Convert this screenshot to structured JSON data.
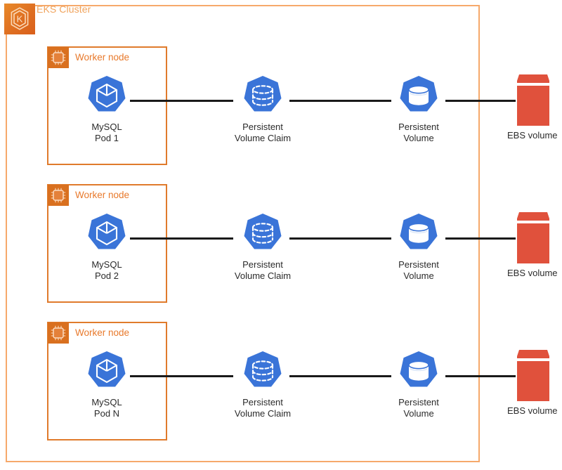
{
  "diagram": {
    "title": "EKS Cluster",
    "cluster_border_color": "#F6A96B",
    "cluster_title_color": "#F0A35C",
    "accent_orange": "#E8792B",
    "k8s_blue": "#3A74D8",
    "ebs_red": "#E0513C",
    "wire_color": "#1A1A1A",
    "eks_icon": "eks-cluster-icon",
    "worker_icon": "cpu-chip-icon"
  },
  "rows": [
    {
      "worker_label": "Worker node",
      "pod": {
        "line1": "MySQL",
        "line2": "Pod 1",
        "icon": "kubernetes-pod-icon"
      },
      "pvc": {
        "line1": "Persistent",
        "line2": "Volume Claim",
        "icon": "persistent-volume-claim-icon"
      },
      "pv": {
        "line1": "Persistent",
        "line2": "Volume",
        "icon": "persistent-volume-icon"
      },
      "ebs": {
        "label": "EBS volume",
        "icon": "ebs-volume-icon"
      }
    },
    {
      "worker_label": "Worker node",
      "pod": {
        "line1": "MySQL",
        "line2": "Pod 2",
        "icon": "kubernetes-pod-icon"
      },
      "pvc": {
        "line1": "Persistent",
        "line2": "Volume Claim",
        "icon": "persistent-volume-claim-icon"
      },
      "pv": {
        "line1": "Persistent",
        "line2": "Volume",
        "icon": "persistent-volume-icon"
      },
      "ebs": {
        "label": "EBS volume",
        "icon": "ebs-volume-icon"
      }
    },
    {
      "worker_label": "Worker node",
      "pod": {
        "line1": "MySQL",
        "line2": "Pod N",
        "icon": "kubernetes-pod-icon"
      },
      "pvc": {
        "line1": "Persistent",
        "line2": "Volume Claim",
        "icon": "persistent-volume-claim-icon"
      },
      "pv": {
        "line1": "Persistent",
        "line2": "Volume",
        "icon": "persistent-volume-icon"
      },
      "ebs": {
        "label": "EBS volume",
        "icon": "ebs-volume-icon"
      }
    }
  ]
}
